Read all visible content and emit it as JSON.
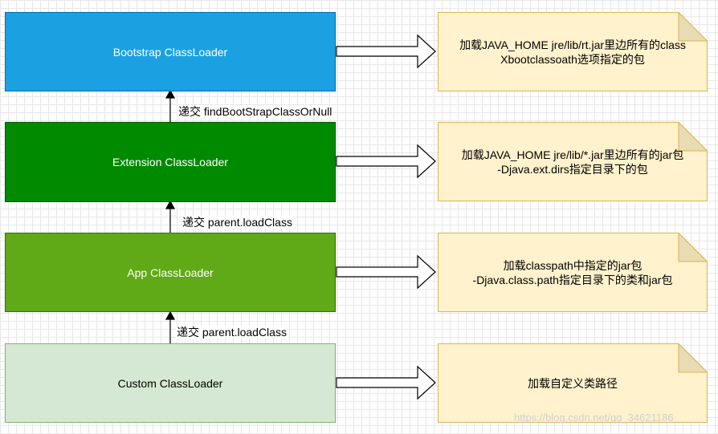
{
  "loaders": [
    {
      "label": "Bootstrap ClassLoader"
    },
    {
      "label": "Extension ClassLoader"
    },
    {
      "label": "App ClassLoader"
    },
    {
      "label": "Custom ClassLoader"
    }
  ],
  "notes": [
    {
      "line1": "加载JAVA_HOME  jre/lib/rt.jar里边所有的class",
      "line2": "Xbootclassoath选项指定的包"
    },
    {
      "line1": "加载JAVA_HOME  jre/lib/*.jar里边所有的jar包",
      "line2": "-Djava.ext.dirs指定目录下的包"
    },
    {
      "line1": "加载classpath中指定的jar包",
      "line2": "-Djava.class.path指定目录下的类和jar包"
    },
    {
      "line1": "加载自定义类路径",
      "line2": ""
    }
  ],
  "links": [
    {
      "label": "递交 findBootStrapClassOrNull"
    },
    {
      "label": "递交 parent.loadClass"
    },
    {
      "label": "递交 parent.loadClass"
    }
  ],
  "watermark": "https://blog.csdn.net/qq_34621186",
  "colors": {
    "bootstrap": "#1ba1e2",
    "extension": "#008a00",
    "app": "#60a917",
    "custom": "#d5e8d4",
    "note": "#fff2cc",
    "note_border": "#d6b656"
  }
}
